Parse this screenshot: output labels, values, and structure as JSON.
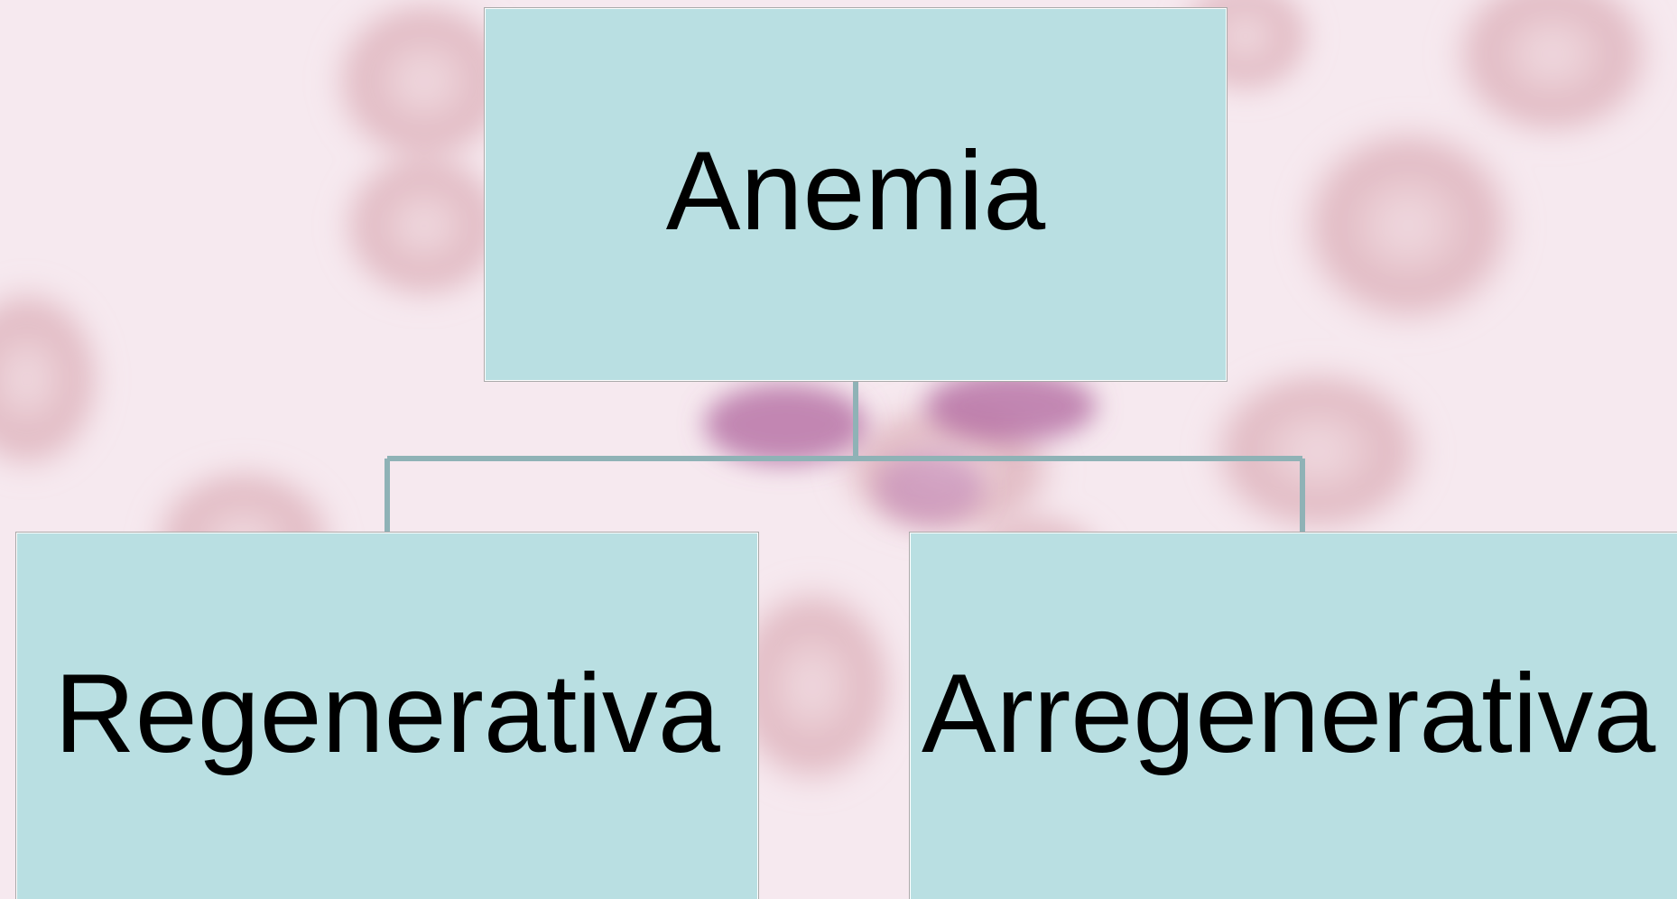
{
  "diagram": {
    "root": {
      "label": "Anemia"
    },
    "children": [
      {
        "label": "Regenerativa"
      },
      {
        "label": "Arregenerativa"
      }
    ]
  },
  "colors": {
    "node_fill": "#b9dfe2",
    "connector": "#8fb2b6",
    "background": "#f6e9ef"
  }
}
